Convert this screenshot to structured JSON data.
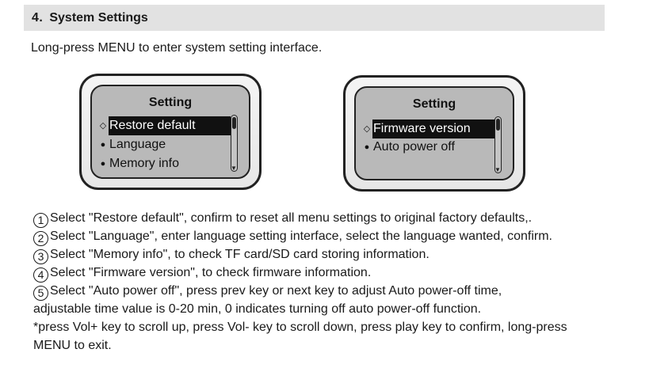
{
  "section": {
    "number": "4.",
    "title": "System Settings"
  },
  "intro": "Long-press MENU to enter system setting interface.",
  "device1": {
    "title": "Setting",
    "items": [
      {
        "marker": "◇",
        "label": "Restore default",
        "selected": true
      },
      {
        "marker": "●",
        "label": "Language",
        "selected": false
      },
      {
        "marker": "●",
        "label": "Memory info",
        "selected": false
      }
    ]
  },
  "device2": {
    "title": "Setting",
    "items": [
      {
        "marker": "◇",
        "label": "Firmware version",
        "selected": true
      },
      {
        "marker": "●",
        "label": "Auto power off",
        "selected": false
      }
    ]
  },
  "instructions": [
    {
      "num": "1",
      "text": "Select \"Restore default\", confirm to reset all menu settings to original factory defaults,."
    },
    {
      "num": "2",
      "text": "Select \"Language\", enter language setting interface, select the language wanted, confirm."
    },
    {
      "num": "3",
      "text": "Select \"Memory info\", to check TF card/SD card storing information."
    },
    {
      "num": "4",
      "text": "Select \"Firmware version\", to check firmware information."
    },
    {
      "num": "5",
      "text": "Select \"Auto power off\", press prev key  or next key  to adjust Auto power-off time,"
    }
  ],
  "continuation": [
    "adjustable time value is 0-20 min, 0 indicates turning off auto power-off function.",
    "*press Vol+ key to scroll up, press Vol- key to scroll down, press play  key to confirm, long-press",
    "MENU to exit."
  ]
}
